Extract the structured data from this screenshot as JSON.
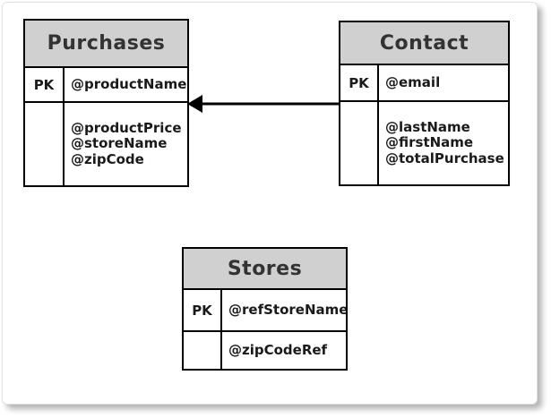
{
  "diagram": {
    "kind": "entity-relationship",
    "colors": {
      "header_bg": "#d0d0d0",
      "table_border": "#000000",
      "title_text": "#333333",
      "attribute_text": "#1a1a1a",
      "arrow": "#000000"
    }
  },
  "entities": [
    {
      "id": "purchases",
      "title": "Purchases",
      "pk_label": "PK",
      "pk_attribute": "@productName",
      "attributes": [
        "@productPrice",
        "@storeName",
        "@zipCode"
      ]
    },
    {
      "id": "contact",
      "title": "Contact",
      "pk_label": "PK",
      "pk_attribute": "@email",
      "attributes": [
        "@lastName",
        "@firstName",
        "@totalPurchase"
      ]
    },
    {
      "id": "stores",
      "title": "Stores",
      "pk_label": "PK",
      "pk_attribute": "@refStoreName",
      "attributes": [
        "@zipCodeRef"
      ]
    }
  ],
  "relationships": [
    {
      "from": "Contact",
      "to": "Purchases",
      "style": "solid",
      "arrowhead": "filled-triangle",
      "direction": "left"
    }
  ]
}
